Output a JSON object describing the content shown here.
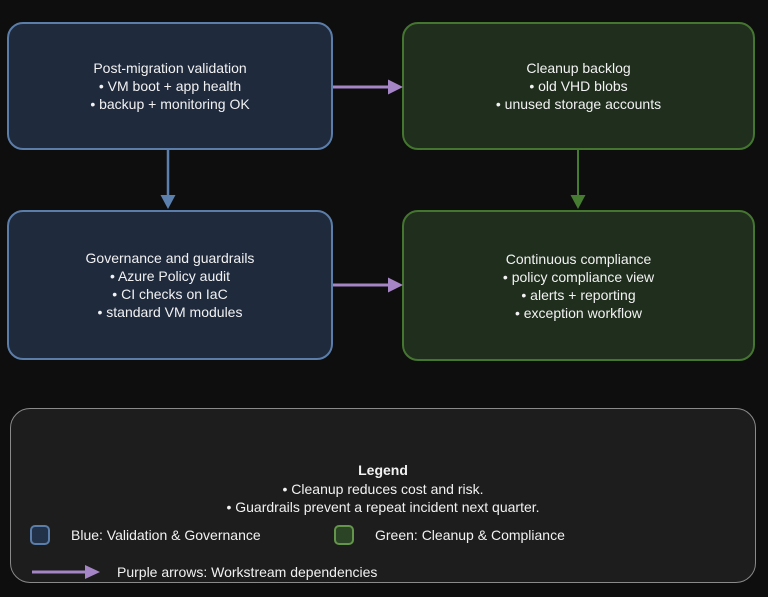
{
  "diagram": {
    "nodes": [
      {
        "id": "post-migration-validation",
        "title": "Post-migration validation",
        "bullets": [
          "• VM boot + app health",
          "• backup + monitoring OK"
        ],
        "fill": "#1f2a3d",
        "border": "#5b7da9"
      },
      {
        "id": "cleanup-backlog",
        "title": "Cleanup backlog",
        "bullets": [
          "• old VHD blobs",
          "• unused storage accounts"
        ],
        "fill": "#1f2e1d",
        "border": "#44762f"
      },
      {
        "id": "governance-and-guardrails",
        "title": "Governance and guardrails",
        "bullets": [
          "• Azure Policy audit",
          "• CI checks on IaC",
          "• standard VM modules"
        ],
        "fill": "#1f2a3d",
        "border": "#5b7da9"
      },
      {
        "id": "continuous-compliance",
        "title": "Continuous compliance",
        "bullets": [
          "• policy compliance view",
          "• alerts + reporting",
          "• exception workflow"
        ],
        "fill": "#1f2e1d",
        "border": "#44762f"
      }
    ],
    "colors": {
      "blue_arrow": "#5b80ae",
      "green_arrow": "#457c31",
      "purple_arrow": "#a585c5",
      "blue_swatch_fill": "#223349",
      "blue_swatch_border": "#5b7da9",
      "green_swatch_fill": "#2c4426",
      "green_swatch_border": "#63954a"
    }
  },
  "legend": {
    "title": "Legend",
    "notes": [
      "• Cleanup reduces cost and risk.",
      "• Guardrails prevent a repeat incident next quarter."
    ],
    "items": [
      {
        "label": "Blue: Validation & Governance"
      },
      {
        "label": "Green: Cleanup & Compliance"
      },
      {
        "label": "Purple arrows: Workstream dependencies"
      }
    ]
  }
}
